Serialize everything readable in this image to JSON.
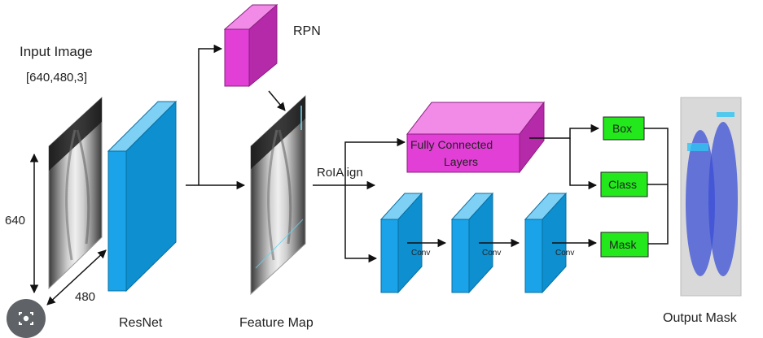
{
  "labels": {
    "input_image": "Input Image",
    "input_dims": "[640,480,3]",
    "height_dim": "640",
    "width_dim": "480",
    "resnet": "ResNet",
    "rpn": "RPN",
    "feature_map": "Feature Map",
    "roialign": "RoIAlign",
    "fc_line1": "Fully Connected",
    "fc_line2": "Layers",
    "conv1": "Conv",
    "conv2": "Conv",
    "conv3": "Conv",
    "box": "Box",
    "class": "Class",
    "mask": "Mask",
    "output_mask": "Output Mask"
  },
  "colors": {
    "resnet": "#1aa3e8",
    "rpn": "#e23fd6",
    "fc": "#e23fd6",
    "conv": "#1aa3e8",
    "head_boxes": "#22e81c",
    "mask_overlay": "#3b4fd6"
  },
  "icons": {
    "image_search": "image-search-icon"
  }
}
